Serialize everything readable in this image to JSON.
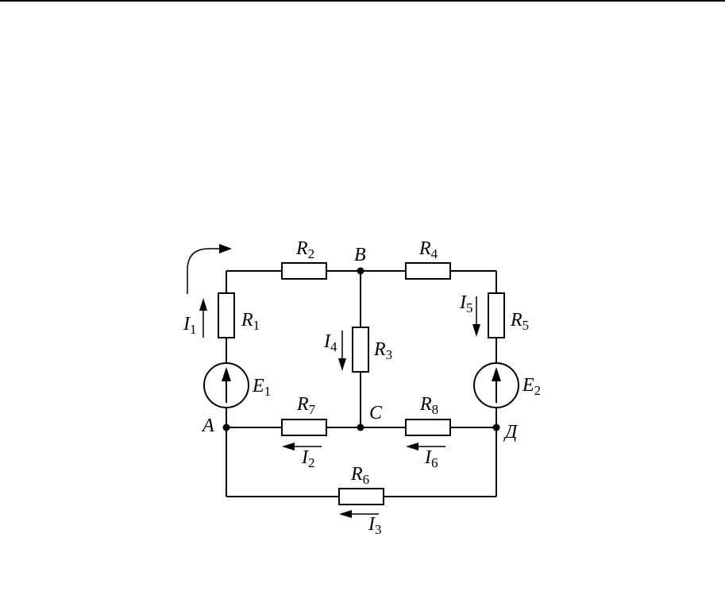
{
  "diagram": {
    "resistors": [
      {
        "id": "R1",
        "letter": "R",
        "index": "1"
      },
      {
        "id": "R2",
        "letter": "R",
        "index": "2"
      },
      {
        "id": "R3",
        "letter": "R",
        "index": "3"
      },
      {
        "id": "R4",
        "letter": "R",
        "index": "4"
      },
      {
        "id": "R5",
        "letter": "R",
        "index": "5"
      },
      {
        "id": "R6",
        "letter": "R",
        "index": "6"
      },
      {
        "id": "R7",
        "letter": "R",
        "index": "7"
      },
      {
        "id": "R8",
        "letter": "R",
        "index": "8"
      }
    ],
    "sources": [
      {
        "id": "E1",
        "letter": "E",
        "index": "1"
      },
      {
        "id": "E2",
        "letter": "E",
        "index": "2"
      }
    ],
    "currents": [
      {
        "id": "I1",
        "letter": "I",
        "index": "1"
      },
      {
        "id": "I2",
        "letter": "I",
        "index": "2"
      },
      {
        "id": "I3",
        "letter": "I",
        "index": "3"
      },
      {
        "id": "I4",
        "letter": "I",
        "index": "4"
      },
      {
        "id": "I5",
        "letter": "I",
        "index": "5"
      },
      {
        "id": "I6",
        "letter": "I",
        "index": "6"
      }
    ],
    "nodes": [
      {
        "id": "A",
        "label": "A"
      },
      {
        "id": "B",
        "label": "B"
      },
      {
        "id": "C",
        "label": "C"
      },
      {
        "id": "D",
        "label": "Д"
      }
    ]
  }
}
